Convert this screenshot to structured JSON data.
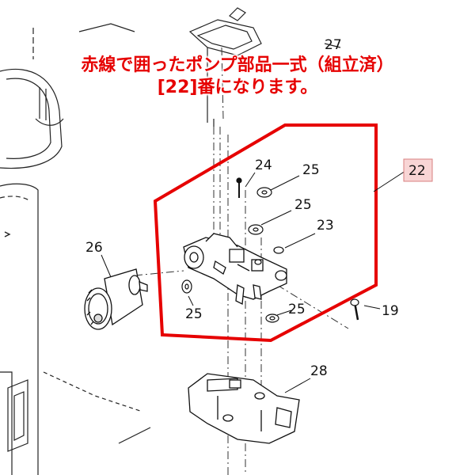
{
  "title": {
    "line1": "赤線で囲ったポンプ部品一式（組立済）",
    "line2": "[22]番になります。"
  },
  "callouts": {
    "p19": "19",
    "p22": "22",
    "p23": "23",
    "p24": "24",
    "p25a": "25",
    "p25b": "25",
    "p25c": "25",
    "p25d": "25",
    "p26": "26",
    "p27": "27",
    "p28": "28"
  },
  "colors": {
    "highlight": "#e60000",
    "tag_fill": "#f8d5d5",
    "tag_border": "#d98080",
    "line": "#111111"
  }
}
